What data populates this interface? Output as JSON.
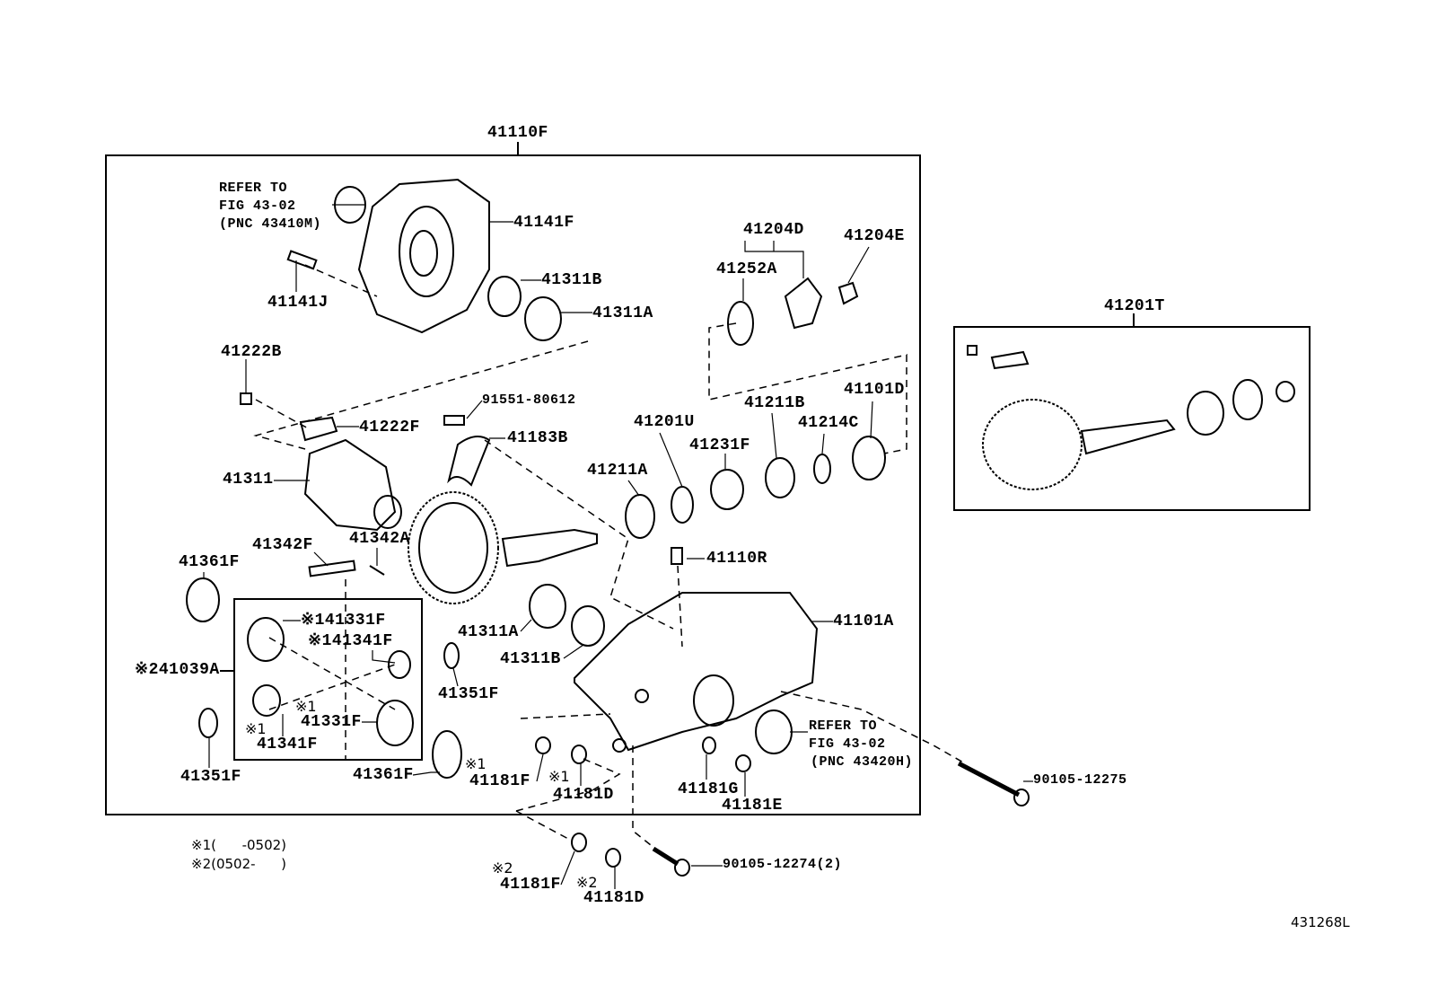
{
  "diagram": {
    "assembly": "41110F",
    "kit_assembly": "41201T",
    "figure_id": "431268L",
    "refer_upper": {
      "line1": "REFER TO",
      "line2": "FIG 43-02",
      "line3": "(PNC 43410M)"
    },
    "refer_lower": {
      "line1": "REFER TO",
      "line2": "FIG 43-02",
      "line3": "(PNC 43420H)"
    },
    "parts": {
      "p41141F": "41141F",
      "p41311B_top": "41311B",
      "p41141J": "41141J",
      "p41311A_top": "41311A",
      "p41204D": "41204D",
      "p41204E": "41204E",
      "p41252A": "41252A",
      "p41222B": "41222B",
      "p91551": "91551-80612",
      "p41222F": "41222F",
      "p41183B": "41183B",
      "p41201U": "41201U",
      "p41211B": "41211B",
      "p41214C": "41214C",
      "p41101D": "41101D",
      "p41231F": "41231F",
      "p41211A": "41211A",
      "p41311": "41311",
      "p41342F": "41342F",
      "p41342A": "41342A",
      "p41110R": "41110R",
      "p41361F_left": "41361F",
      "p141331F": "※141331F",
      "p141341F": "※141341F",
      "p41101A": "41101A",
      "p41311A_mid": "41311A",
      "p241039A": "※241039A",
      "p41311B_mid": "41311B",
      "p41351F_mid": "41351F",
      "m1a": "※1",
      "p41331F": "41331F",
      "m1b": "※1",
      "p41341F": "41341F",
      "p41351F_left": "41351F",
      "p41361F_low": "41361F",
      "m1c": "※1",
      "p41181F_1": "41181F",
      "m1d": "※1",
      "p41181D_1": "41181D",
      "p41181G": "41181G",
      "p90105_12275": "90105-12275",
      "p41181E": "41181E",
      "p90105_12274": "90105-12274(2)",
      "m2a": "※2",
      "p41181F_2": "41181F",
      "m2b": "※2",
      "p41181D_2": "41181D"
    },
    "notes": {
      "n1": "※1(      -0502)",
      "n2": "※2(0502-      )"
    }
  }
}
